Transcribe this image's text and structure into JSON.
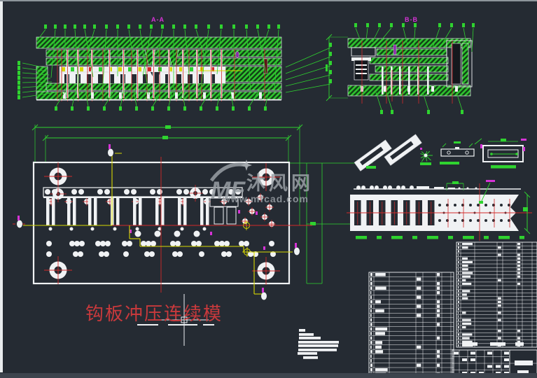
{
  "window": {
    "background": "#252b33",
    "edge_color": "#e9ecee"
  },
  "section_views": {
    "a_label": "A-A",
    "b_label": "B-B",
    "label_color": "#d633d6"
  },
  "drawing_title": {
    "text": "钩板冲压连续模",
    "color": "#c8393c"
  },
  "watermark": {
    "logo_text": "MF",
    "site_name": "沐风网",
    "url": "www.mfcad.com",
    "color": "#9aa0a6"
  },
  "palette": {
    "line_green": "#2fd32f",
    "centerline_red": "#d42a2a",
    "aux_yellow": "#d8d800",
    "mark_magenta": "#d633d6",
    "geometry_white": "#f0f2f4",
    "hatch_base": "#124016",
    "dark_fill": "#14181d",
    "maroon": "#5c1616"
  }
}
